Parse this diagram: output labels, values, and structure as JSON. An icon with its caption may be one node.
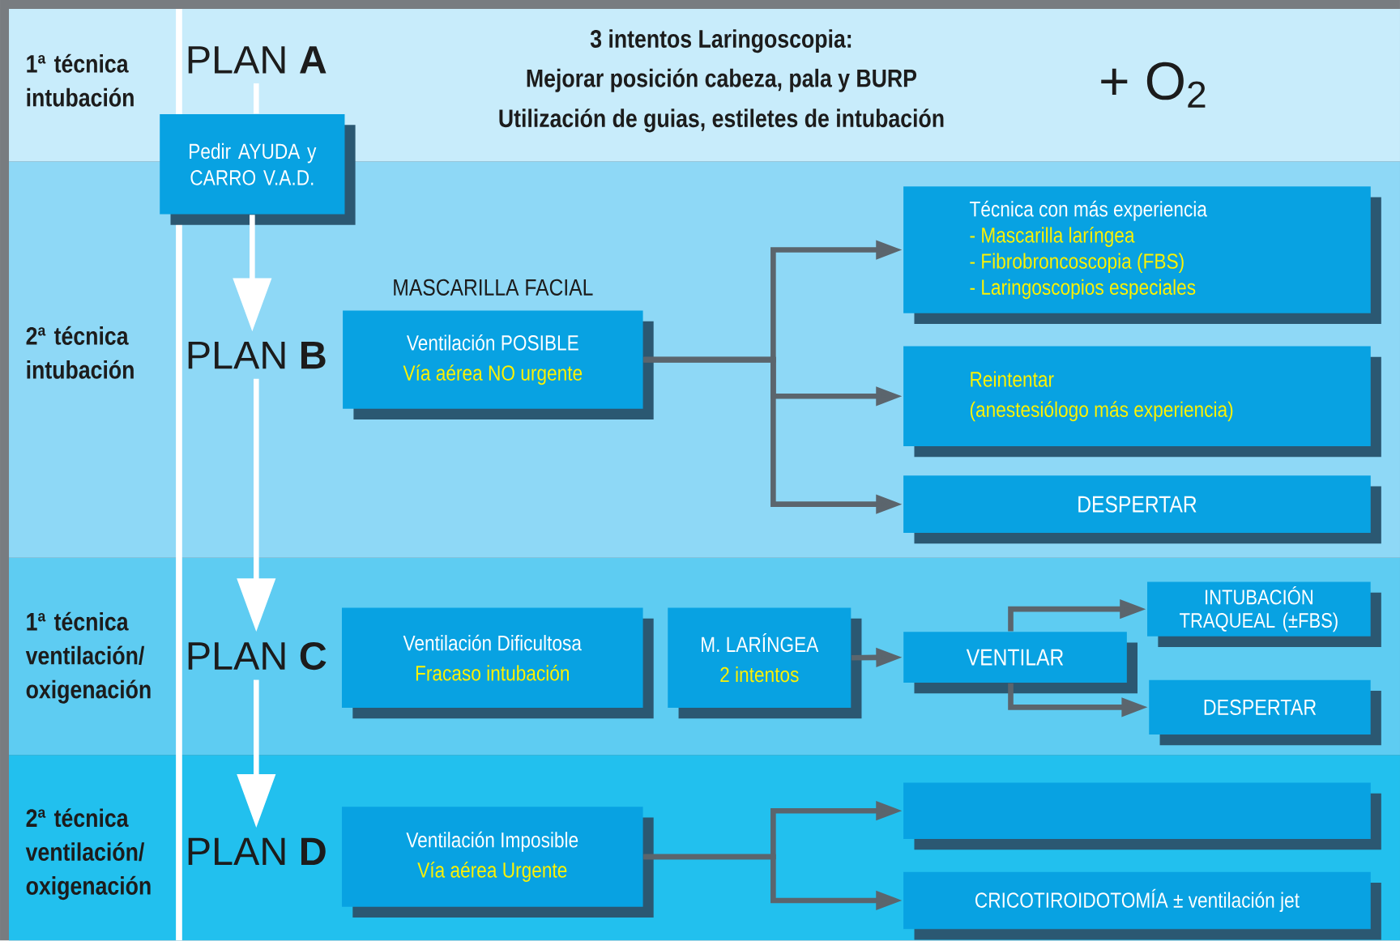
{
  "diagram": {
    "nodes": [
      {
        "text": [
          "PLAN **A**"
        ]
      },
      {
        "text": [
          "Pedir AYUDA y CARRO V.A.D."
        ]
      },
      {
        "text": [
          "PLAN **B**"
        ]
      },
      {
        "text": [
          "MASCARILLA FACIAL",
          "Ventilación POSIBLE",
          "Vía aérea NO urgente"
        ]
      },
      {
        "text": [
          "Técnica con más experiencia",
          "- Mascarilla laríngea",
          "- Fibrobroncoscopia (FBS)",
          "- Laringoscopios especiales"
        ]
      },
      {
        "text": [
          "Reintentar",
          "(anestesiólogo más experiencia)"
        ]
      },
      {
        "text": [
          "DESPERTAR"
        ]
      },
      {
        "text": [
          "PLAN **C**"
        ]
      },
      {
        "text": [
          "Ventilación Dificultosa",
          "Fracaso intubación"
        ]
      },
      {
        "text": [
          "M. LARÍNGEA",
          "2 intentos"
        ]
      },
      {
        "text": [
          "VENTILAR"
        ]
      },
      {
        "text": [
          "INTUBACIÓN TRAQUEAL (±FBS)"
        ]
      },
      {
        "text": [
          "DESPERTAR"
        ]
      },
      {
        "text": [
          "PLAN **D**"
        ]
      },
      {
        "text": [
          "Ventilación Imposible",
          "Vía aérea Urgente"
        ]
      },
      {
        "text": [],
        "shape": "box"
      },
      {
        "text": [
          "CRICOTIROIDOTOMÍA ± ventilación jet"
        ]
      }
    ],
    "edges": [
      {
        "from": 0,
        "to": 1,
        "arrow": "none",
        "color": "#ffffff"
      },
      {
        "from": 1,
        "to": 2,
        "arrow": "to",
        "color": "#ffffff"
      },
      {
        "from": 2,
        "to": 7,
        "arrow": "to",
        "color": "#ffffff"
      },
      {
        "from": 7,
        "to": 13,
        "arrow": "to",
        "color": "#ffffff"
      },
      {
        "from": 3,
        "to": 4,
        "arrow": "to"
      },
      {
        "from": 3,
        "to": 5,
        "arrow": "to"
      },
      {
        "from": 3,
        "to": 6,
        "arrow": "to"
      },
      {
        "from": 9,
        "to": 10,
        "arrow": "to"
      },
      {
        "from": 10,
        "to": 11,
        "arrow": "to"
      },
      {
        "from": 10,
        "to": 12,
        "arrow": "to"
      },
      {
        "from": 14,
        "to": 15,
        "arrow": "to"
      },
      {
        "from": 14,
        "to": 16,
        "arrow": "to"
      }
    ],
    "labels": [
      "1ª técnica intubación",
      "3 intentos Laringoscopia:",
      "Mejorar posición cabeza, pala y BURP",
      "Utilización de guias, estiletes de intubación",
      "+ O$_{2}$",
      "2ª técnica intubación",
      "1ª técnica ventilación/ oxigenación",
      "2ª técnica ventilación/ oxigenación"
    ]
  }
}
